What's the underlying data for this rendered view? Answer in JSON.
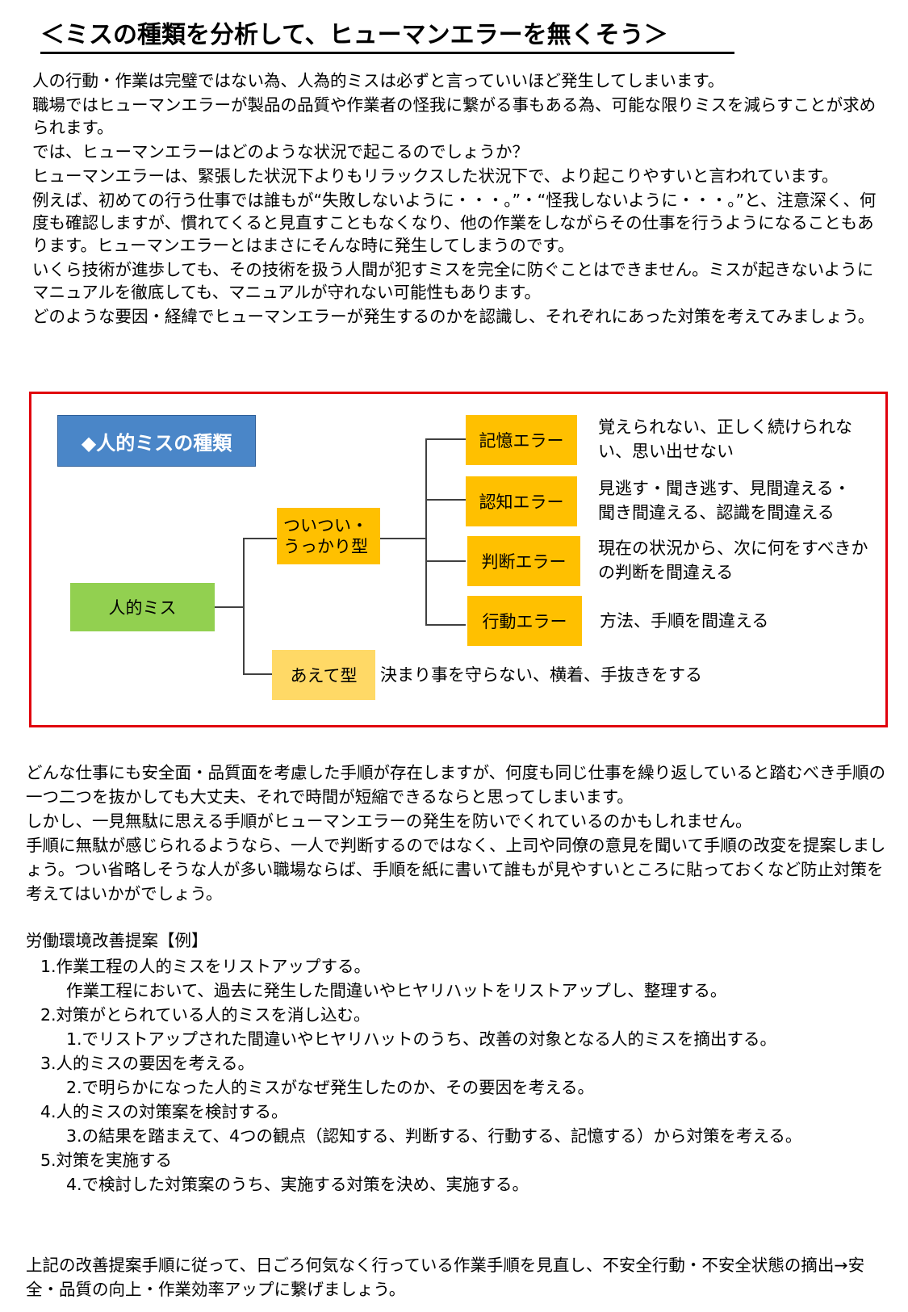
{
  "title": "＜ミスの種類を分析して、ヒューマンエラーを無くそう＞",
  "intro": [
    "人の行動・作業は完璧ではない為、人為的ミスは必ずと言っていいほど発生してしまいます。",
    "職場ではヒューマンエラーが製品の品質や作業者の怪我に繋がる事もある為、可能な限りミスを減らすことが求められます。",
    "では、ヒューマンエラーはどのような状況で起こるのでしょうか？",
    "ヒューマンエラーは、緊張した状況下よりもリラックスした状況下で、より起こりやすいと言われています。",
    "例えば、初めての行う仕事では誰もが“失敗しないように・・・。”・“怪我しないように・・・。”と、注意深く、何度も確認しますが、慣れてくると見直すこともなくなり、他の作業をしながらその仕事を行うようになることもあります。ヒューマンエラーとはまさにそんな時に発生してしまうのです。",
    "いくら技術が進歩しても、その技術を扱う人間が犯すミスを完全に防ぐことはできません。ミスが起きないようにマニュアルを徹底しても、マニュアルが守れない可能性もあります。",
    "どのような要因・経緯でヒューマンエラーが発生するのかを認識し、それぞれにあった対策を考えてみましょう。"
  ],
  "diagram": {
    "heading": "◆人的ミスの種類",
    "root": "人的ミス",
    "branch1": "ついつい・うっかり型",
    "branch2": "あえて型",
    "branch2_desc": "決まり事を守らない、横着、手抜きをする",
    "errors": [
      {
        "label": "記憶エラー",
        "desc": "覚えられない、正しく続けられない、思い出せない"
      },
      {
        "label": "認知エラー",
        "desc": "見逃す・聞き逃す、見間違える・聞き間違える、認識を間違える"
      },
      {
        "label": "判断エラー",
        "desc": "現在の状況から、次に何をすべきかの判断を間違える"
      },
      {
        "label": "行動エラー",
        "desc": "方法、手順を間違える"
      }
    ]
  },
  "body": [
    "どんな仕事にも安全面・品質面を考慮した手順が存在しますが、何度も同じ仕事を繰り返していると踏むべき手順の一つ二つを抜かしても大丈夫、それで時間が短縮できるならと思ってしまいます。",
    "しかし、一見無駄に思える手順がヒューマンエラーの発生を防いでくれているのかもしれません。",
    "手順に無駄が感じられるようなら、一人で判断するのではなく、上司や同僚の意見を聞いて手順の改変を提案しましょう。つい省略しそうな人が多い職場ならば、手順を紙に書いて誰もが見やすいところに貼っておくなど防止対策を考えてはいかがでしょう。"
  ],
  "example": {
    "heading": "労働環境改善提案【例】",
    "steps": [
      {
        "title": "1.作業工程の人的ミスをリストアップする。",
        "desc": "作業工程において、過去に発生した間違いやヒヤリハットをリストアップし、整理する。"
      },
      {
        "title": "2.対策がとられている人的ミスを消し込む。",
        "desc": "1.でリストアップされた間違いやヒヤリハットのうち、改善の対象となる人的ミスを摘出する。"
      },
      {
        "title": "3.人的ミスの要因を考える。",
        "desc": "2.で明らかになった人的ミスがなぜ発生したのか、その要因を考える。"
      },
      {
        "title": "4.人的ミスの対策案を検討する。",
        "desc": "3.の結果を踏まえて、4つの観点（認知する、判断する、行動する、記憶する）から対策を考える。"
      },
      {
        "title": "5.対策を実施する",
        "desc": "4.で検討した対策案のうち、実施する対策を決め、実施する。"
      }
    ]
  },
  "conclusion": "上記の改善提案手順に従って、日ごろ何気なく行っている作業手順を見直し、不安全行動・不安全状態の摘出→安全・品質の向上・作業効率アップに繋げましょう。"
}
